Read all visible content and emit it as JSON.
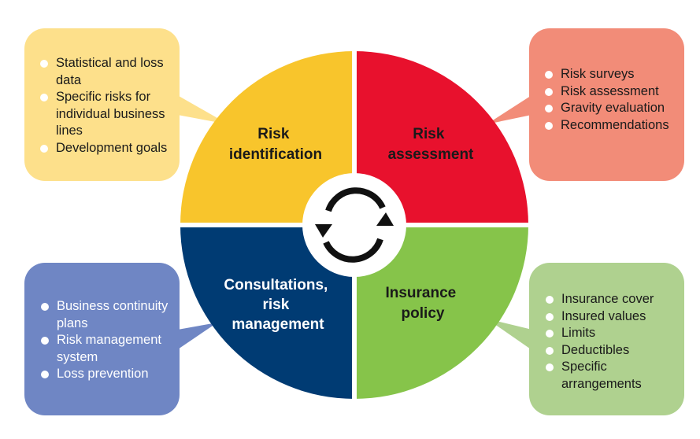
{
  "quadrants": {
    "identification": {
      "line1": "Risk",
      "line2": "identification",
      "color": "#f8c52c",
      "text_color": "#1a1a1a"
    },
    "assessment": {
      "line1": "Risk",
      "line2": "assessment",
      "color": "#e8112d",
      "text_color": "#1a1a1a"
    },
    "consultations": {
      "line1": "Consultations,",
      "line2": "risk",
      "line3": "management",
      "color": "#003b73",
      "text_color": "#ffffff"
    },
    "insurance": {
      "line1": "Insurance",
      "line2": "policy",
      "color": "#86c44a",
      "text_color": "#1a1a1a"
    }
  },
  "callouts": {
    "identification": {
      "color": "#fde08b",
      "items": [
        "Statistical and loss data",
        "Specific risks for individual business lines",
        "Development goals"
      ]
    },
    "assessment": {
      "color": "#f28c78",
      "items": [
        "Risk surveys",
        "Risk assessment",
        "Gravity evaluation",
        "Recommendations"
      ]
    },
    "consultations": {
      "color": "#6f86c4",
      "items": [
        "Business continuity plans",
        "Risk management system",
        "Loss prevention"
      ]
    },
    "insurance": {
      "color": "#afd18f",
      "items": [
        "Insurance cover",
        "Insured values",
        "Limits",
        "Deductibles",
        "Specific arrangements"
      ]
    }
  },
  "center_icon": "cycle-arrows-icon"
}
